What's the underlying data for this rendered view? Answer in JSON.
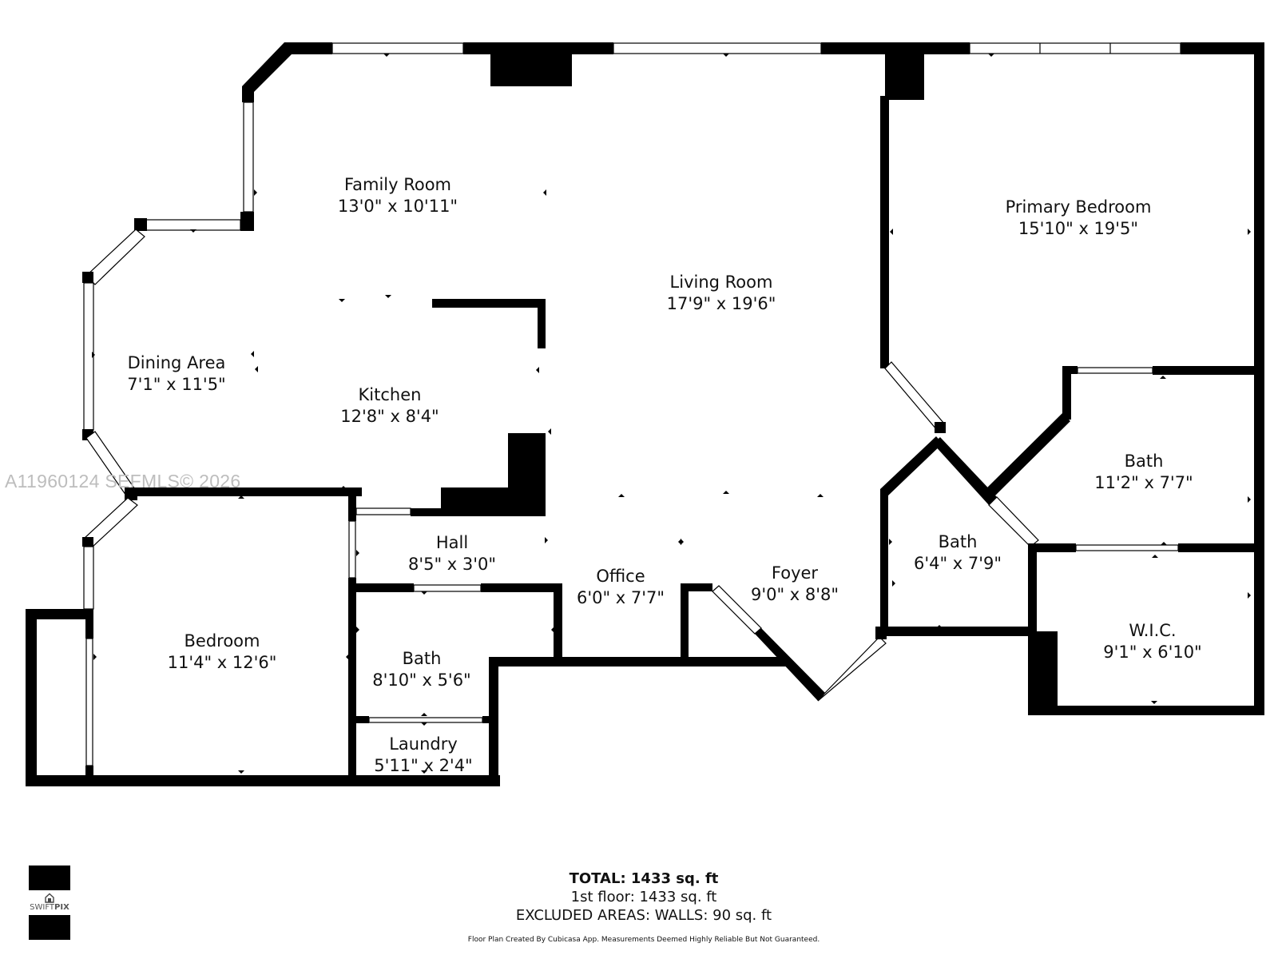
{
  "rooms": {
    "family_room": {
      "name": "Family Room",
      "dims": "13'0\" x 10'11\""
    },
    "living_room": {
      "name": "Living Room",
      "dims": "17'9\" x 19'6\""
    },
    "primary_bedroom": {
      "name": "Primary Bedroom",
      "dims": "15'10\" x 19'5\""
    },
    "dining_area": {
      "name": "Dining Area",
      "dims": "7'1\" x 11'5\""
    },
    "kitchen": {
      "name": "Kitchen",
      "dims": "12'8\" x 8'4\""
    },
    "bath_primary": {
      "name": "Bath",
      "dims": "11'2\" x 7'7\""
    },
    "bath_middle": {
      "name": "Bath",
      "dims": "6'4\" x 7'9\""
    },
    "hall": {
      "name": "Hall",
      "dims": "8'5\" x 3'0\""
    },
    "office": {
      "name": "Office",
      "dims": "6'0\" x 7'7\""
    },
    "foyer": {
      "name": "Foyer",
      "dims": "9'0\" x 8'8\""
    },
    "wic": {
      "name": "W.I.C.",
      "dims": "9'1\" x 6'10\""
    },
    "bedroom": {
      "name": "Bedroom",
      "dims": "11'4\" x 12'6\""
    },
    "bath_small": {
      "name": "Bath",
      "dims": "8'10\" x 5'6\""
    },
    "laundry": {
      "name": "Laundry",
      "dims": "5'11\" x 2'4\""
    }
  },
  "totals": {
    "total": "TOTAL: 1433 sq. ft",
    "floor": "1st floor: 1433 sq. ft",
    "excluded": "EXCLUDED AREAS: WALLS: 90 sq. ft"
  },
  "disclaimer": "Floor Plan Created By Cubicasa App. Measurements Deemed Highly Reliable But Not Guaranteed.",
  "watermark": "A11960124  SEFMLS© 2026",
  "logo": {
    "prefix": "SWIFT",
    "suffix": "PIX"
  }
}
